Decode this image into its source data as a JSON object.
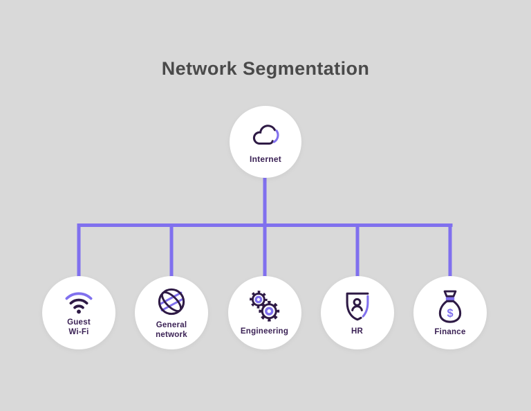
{
  "title": "Network Segmentation",
  "colors": {
    "background": "#d9d9d9",
    "node_fill": "#ffffff",
    "connector": "#8070ee",
    "accent": "#8070ee",
    "icon_dark": "#2e1a45",
    "label_text": "#3b2255",
    "title_text": "#4a4a4a"
  },
  "root_node": {
    "id": "internet",
    "label": "Internet",
    "icon": "cloud-icon"
  },
  "nodes": [
    {
      "id": "guest-wifi",
      "label": "Guest\nWi-Fi",
      "icon": "wifi-icon"
    },
    {
      "id": "general-network",
      "label": "General\nnetwork",
      "icon": "globe-icon"
    },
    {
      "id": "engineering",
      "label": "Engineering",
      "icon": "gears-icon"
    },
    {
      "id": "hr",
      "label": "HR",
      "icon": "shield-user-icon"
    },
    {
      "id": "finance",
      "label": "Finance",
      "icon": "money-bag-icon"
    }
  ],
  "edges": [
    {
      "from": "internet",
      "to": "guest-wifi"
    },
    {
      "from": "internet",
      "to": "general-network"
    },
    {
      "from": "internet",
      "to": "engineering"
    },
    {
      "from": "internet",
      "to": "hr"
    },
    {
      "from": "internet",
      "to": "finance"
    }
  ]
}
